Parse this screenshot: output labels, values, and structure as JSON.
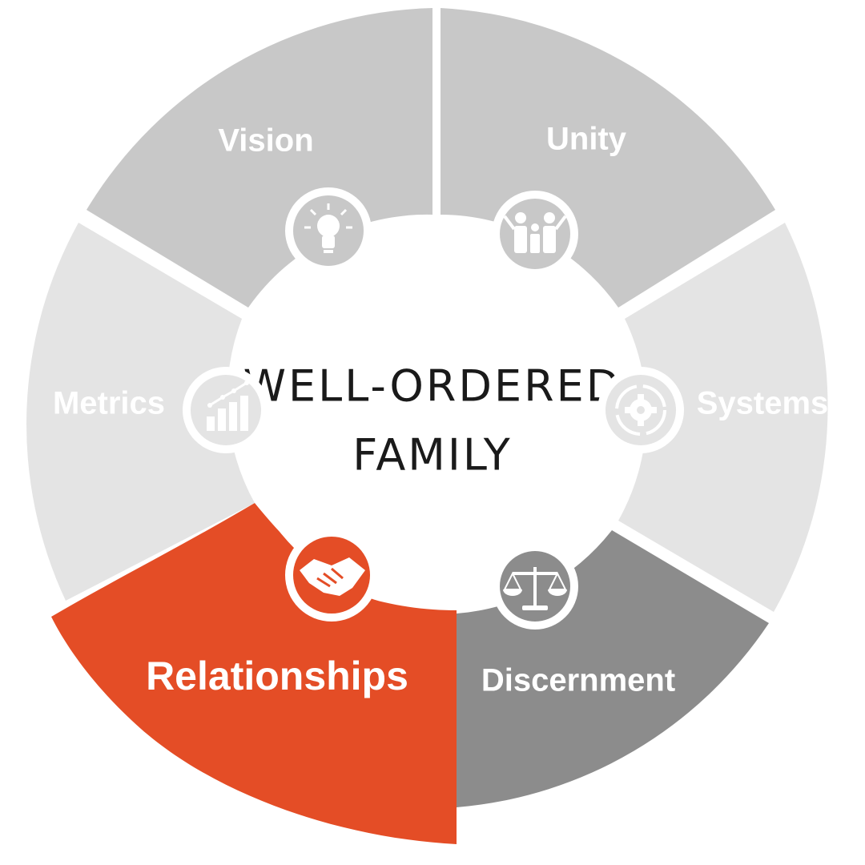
{
  "center": {
    "line1": "WELL-ORDERED",
    "line2": "FAMILY"
  },
  "segments": [
    {
      "label": "Vision",
      "icon": "lightbulb-icon",
      "color": "#c8c8c8"
    },
    {
      "label": "Unity",
      "icon": "family-icon",
      "color": "#c8c8c8"
    },
    {
      "label": "Systems",
      "icon": "gear-cycle-icon",
      "color": "#e4e4e4"
    },
    {
      "label": "Discernment",
      "icon": "scales-icon",
      "color": "#8c8c8c"
    },
    {
      "label": "Relationships",
      "icon": "handshake-icon",
      "color": "#e44d26"
    },
    {
      "label": "Metrics",
      "icon": "bar-chart-icon",
      "color": "#e4e4e4"
    }
  ]
}
